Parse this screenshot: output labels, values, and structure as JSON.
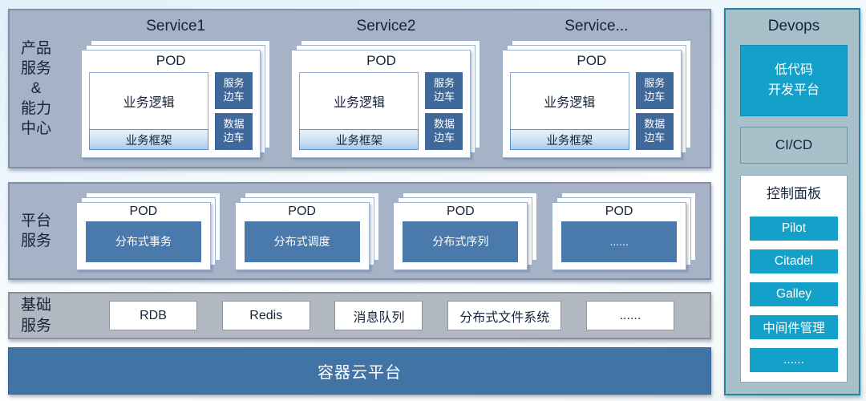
{
  "colors": {
    "band_blue_gray": "#a6b2c6",
    "band_gray": "#b2b8c1",
    "sidecar_blue": "#40699b",
    "platform_blue": "#4a79ac",
    "cloud_bar_blue": "#4173a5",
    "devops_bg": "#a7c0ca",
    "devops_border": "#1e87a6",
    "cyan_accent": "#13a0c9",
    "dark_text": "#16233a"
  },
  "products_band": {
    "label": "产品\n服务\n&\n能力\n中心",
    "services": [
      {
        "title": "Service1",
        "pod_title": "POD",
        "logic_label": "业务逻辑",
        "frame_label": "业务框架",
        "sidecar_top": "服务\n边车",
        "sidecar_bottom": "数据\n边车"
      },
      {
        "title": "Service2",
        "pod_title": "POD",
        "logic_label": "业务逻辑",
        "frame_label": "业务框架",
        "sidecar_top": "服务\n边车",
        "sidecar_bottom": "数据\n边车"
      },
      {
        "title": "Service...",
        "pod_title": "POD",
        "logic_label": "业务逻辑",
        "frame_label": "业务框架",
        "sidecar_top": "服务\n边车",
        "sidecar_bottom": "数据\n边车"
      }
    ]
  },
  "platform_band": {
    "label": "平台\n服务",
    "pods": [
      {
        "pod_title": "POD",
        "label": "分布式事务"
      },
      {
        "pod_title": "POD",
        "label": "分布式调度"
      },
      {
        "pod_title": "POD",
        "label": "分布式序列"
      },
      {
        "pod_title": "POD",
        "label": "......"
      }
    ]
  },
  "infra_band": {
    "label": "基础\n服务",
    "items": [
      "RDB",
      "Redis",
      "消息队列",
      "分布式文件系统",
      "......"
    ]
  },
  "cloud_bar": {
    "label": "容器云平台"
  },
  "devops": {
    "title": "Devops",
    "lowcode_label": "低代码\n开发平台",
    "cicd_label": "CI/CD",
    "control_panel": {
      "title": "控制面板",
      "items": [
        "Pilot",
        "Citadel",
        "Galley",
        "中间件管理",
        "......"
      ]
    }
  }
}
